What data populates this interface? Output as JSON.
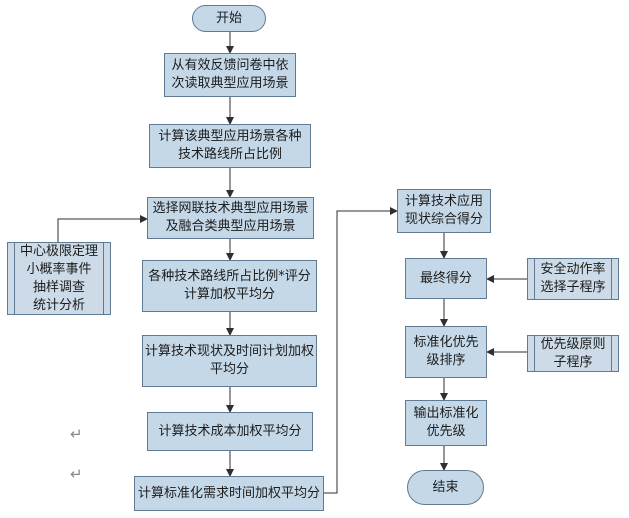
{
  "flowchart": {
    "start": "开始",
    "read_survey": [
      "从有效反馈问卷中依",
      "次读取典型应用场景"
    ],
    "calc_ratio": [
      "计算该典型应用场景各种",
      "技术路线所占比例"
    ],
    "select_scene": [
      "选择网联技术典型应用场景",
      "及融合类典型应用场景"
    ],
    "ratio_score": [
      "各种技术路线所占比例*评分",
      "计算加权平均分"
    ],
    "status_time": [
      "计算技术现状及时间计划加权",
      "平均分"
    ],
    "cost": "计算技术成本加权平均分",
    "std_time": "计算标准化需求时间加权平均分",
    "overall_score": [
      "计算技术应用",
      "现状综合得分"
    ],
    "final_score": "最终得分",
    "ranking": [
      "标准化优先",
      "级排序"
    ],
    "output": [
      "输出标准化",
      "优先级"
    ],
    "end": "结束",
    "theory": [
      "中心极限定理",
      "小概率事件",
      "抽样调查",
      "统计分析"
    ],
    "safety_sub": [
      "安全动作率",
      "选择子程序"
    ],
    "priority_sub": [
      "优先级原则",
      "子程序"
    ],
    "return_mark": "↵"
  }
}
